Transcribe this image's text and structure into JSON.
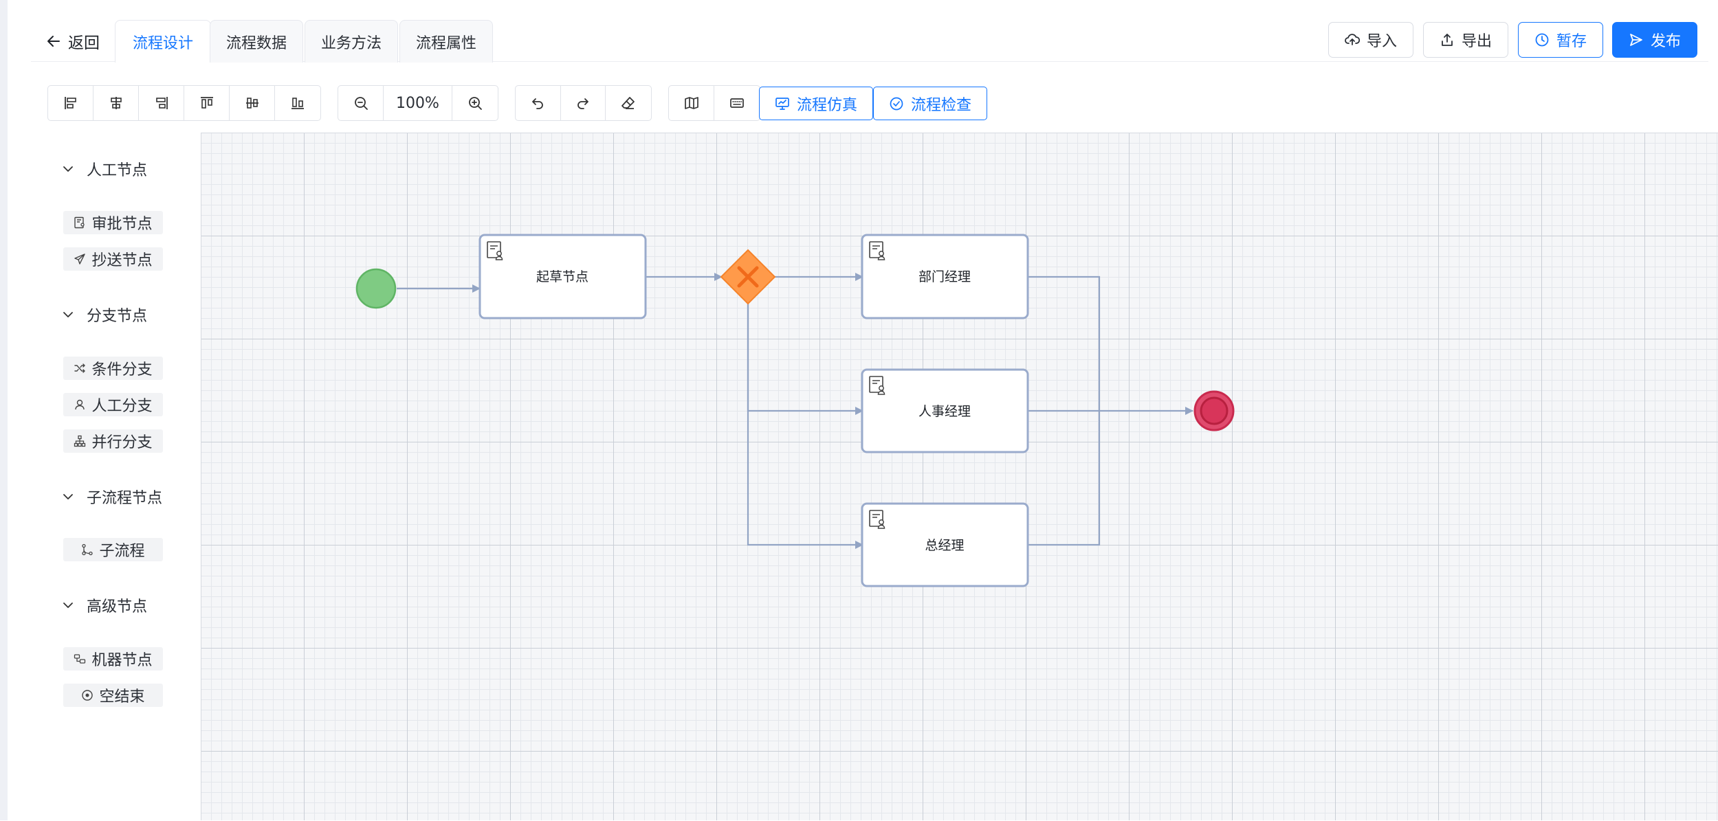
{
  "header": {
    "back_label": "返回",
    "tabs": [
      {
        "label": "流程设计",
        "active": true
      },
      {
        "label": "流程数据",
        "active": false
      },
      {
        "label": "业务方法",
        "active": false
      },
      {
        "label": "流程属性",
        "active": false
      }
    ],
    "import_label": "导入",
    "export_label": "导出",
    "save_draft_label": "暂存",
    "publish_label": "发布"
  },
  "toolbar": {
    "zoom": "100%",
    "simulate_label": "流程仿真",
    "check_label": "流程检查"
  },
  "palette": {
    "sections": [
      {
        "title": "人工节点",
        "items": [
          {
            "label": "审批节点",
            "icon": "approval-icon"
          },
          {
            "label": "抄送节点",
            "icon": "send-icon"
          }
        ]
      },
      {
        "title": "分支节点",
        "items": [
          {
            "label": "条件分支",
            "icon": "shuffle-icon"
          },
          {
            "label": "人工分支",
            "icon": "user-icon"
          },
          {
            "label": "并行分支",
            "icon": "tree-icon"
          }
        ]
      },
      {
        "title": "子流程节点",
        "items": [
          {
            "label": "子流程",
            "icon": "subprocess-icon"
          }
        ]
      },
      {
        "title": "高级节点",
        "items": [
          {
            "label": "机器节点",
            "icon": "robot-icon"
          },
          {
            "label": "空结束",
            "icon": "end-circle-icon"
          }
        ]
      }
    ]
  },
  "diagram": {
    "nodes": {
      "draft": "起草节点",
      "dept_manager": "部门经理",
      "hr_manager": "人事经理",
      "general_manager": "总经理"
    },
    "colors": {
      "start": "#7fcb83",
      "gateway": "#ff9a4a",
      "end": "#d8355a",
      "edge": "#92a4c4",
      "task_border": "#9aabcc",
      "accent": "#1677ff"
    }
  }
}
